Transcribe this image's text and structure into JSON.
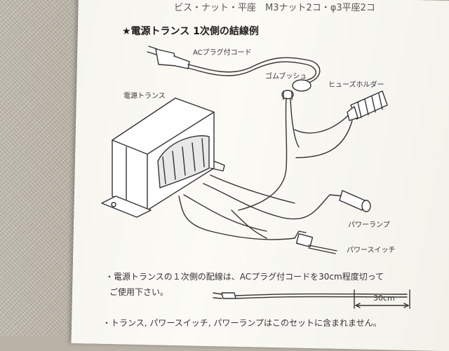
{
  "header": {
    "top_line": "ビス・ナット・平座　M3ナット2コ・φ3平座2コ",
    "title": "★電源トランス 1次側の結線例"
  },
  "labels": {
    "ac_plug_cord": "ACプラグ付コード",
    "rubber_bush": "ゴムブッシュ",
    "fuse_holder": "ヒューズホルダー",
    "power_transformer": "電源トランス",
    "power_lamp": "パワーランプ",
    "power_switch": "パワースイッチ"
  },
  "notes": {
    "note1_line1": "・電源トランスの１次側の配線は、ACプラグ付コードを30cm程度切って",
    "note1_line2": "ご使用下さい。",
    "dimension": "30cm",
    "note2": "・トランス, パワースイッチ, パワーランプはこのセットに含まれません。"
  }
}
